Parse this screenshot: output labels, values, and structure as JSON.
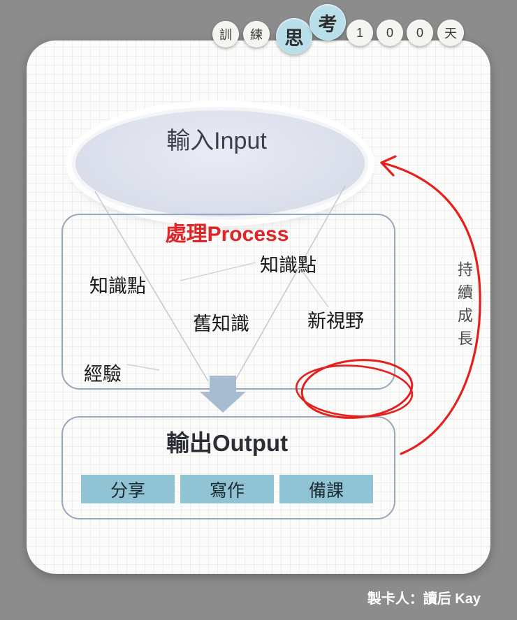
{
  "header": {
    "badges": [
      "訓",
      "練",
      "思",
      "考",
      "1",
      "0",
      "0",
      "天"
    ]
  },
  "diagram": {
    "input_label": "輸入Input",
    "process_label": "處理Process",
    "process_items": [
      "知識點",
      "知識點",
      "舊知識",
      "新視野",
      "經驗"
    ],
    "output_label": "輸出Output",
    "output_buttons": [
      "分享",
      "寫作",
      "備課"
    ],
    "side_note": "持續成長"
  },
  "footer": {
    "credit": "製卡人：讀后 Kay"
  },
  "colors": {
    "accent_red": "#e02020",
    "badge_blue": "#b9dfeb",
    "button_blue": "#90c4d4",
    "box_border": "#98a6bb",
    "block_arrow": "#a8bccf",
    "page_background": "#8c8c8c"
  }
}
